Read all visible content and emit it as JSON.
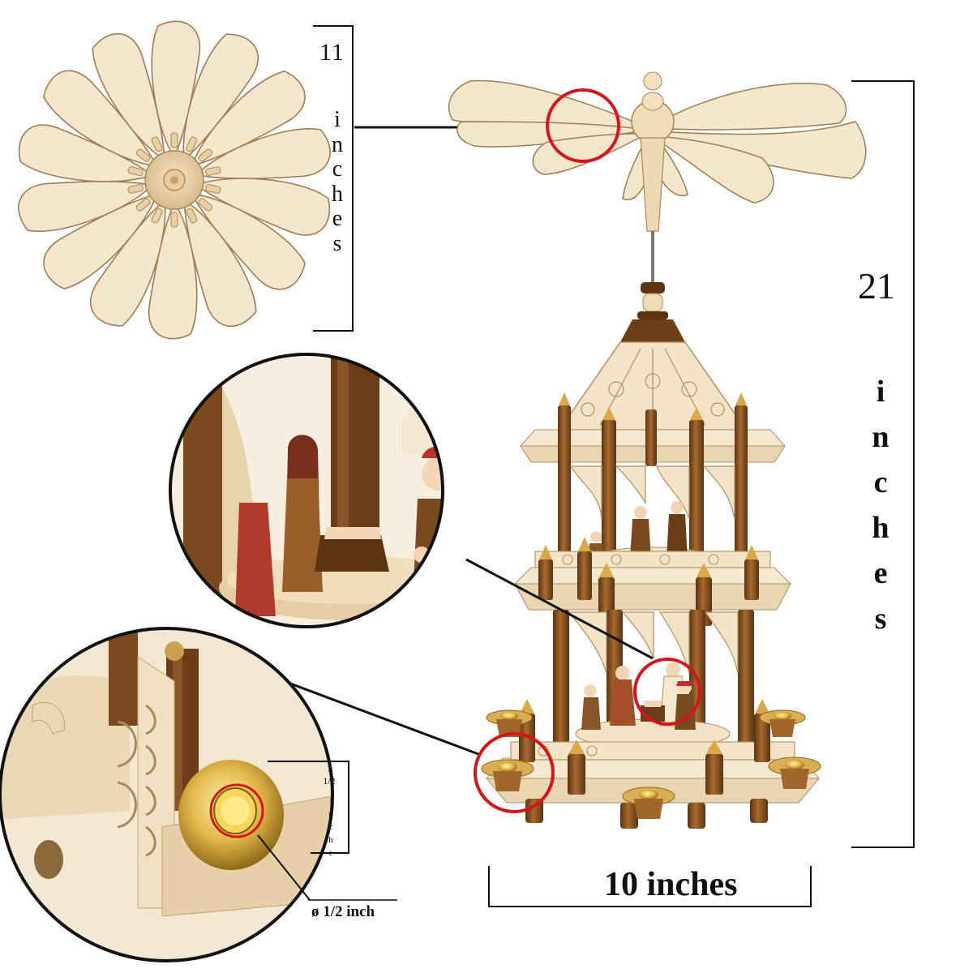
{
  "dimensions": {
    "propeller_diameter_value": "11",
    "propeller_diameter_unit": [
      "i",
      "n",
      "c",
      "h",
      "e",
      "s"
    ],
    "height_value": "21",
    "height_unit": [
      "i",
      "n",
      "c",
      "h",
      "e",
      "s"
    ],
    "width_label": "10 inches",
    "candle_cup_height_value": [
      "1",
      "1/2"
    ],
    "candle_cup_height_unit": [
      "i",
      "n",
      "c",
      "h",
      "e"
    ],
    "candle_cup_diameter_label": "ø 1/2 inch"
  },
  "colors": {
    "wood_light": "#f1dfc2",
    "wood_edge": "#b08f63",
    "wood_dark": "#7a4a1f",
    "wood_brown": "#9a5e2a",
    "highlight_circle": "#d4161a",
    "brass": "#e3b84a"
  }
}
